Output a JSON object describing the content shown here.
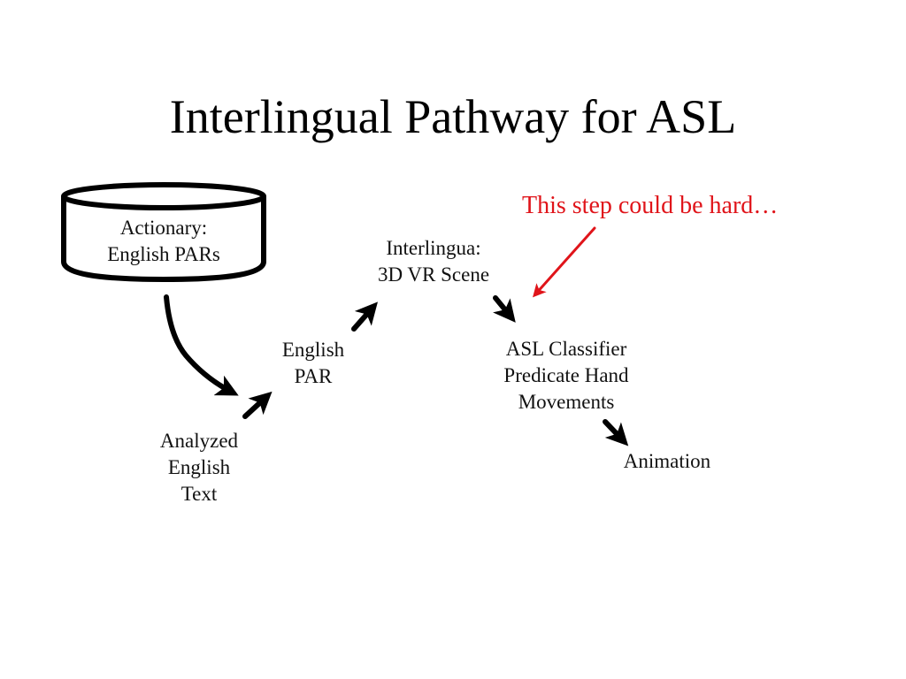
{
  "slide": {
    "title": "Interlingual Pathway for ASL"
  },
  "diagram": {
    "actionary": {
      "lines": [
        "Actionary:",
        "English PARs"
      ]
    },
    "analyzed_text": {
      "lines": [
        "Analyzed",
        "English",
        "Text"
      ]
    },
    "english_par": {
      "lines": [
        "English",
        "PAR"
      ]
    },
    "interlingua": {
      "lines": [
        "Interlingua:",
        "3D VR Scene"
      ]
    },
    "asl_classifier": {
      "lines": [
        "ASL Classifier",
        "Predicate Hand",
        "Movements"
      ]
    },
    "animation": {
      "lines": [
        "Animation"
      ]
    }
  },
  "annotation": {
    "text": "This step could be hard…",
    "color": "#e0141a"
  }
}
